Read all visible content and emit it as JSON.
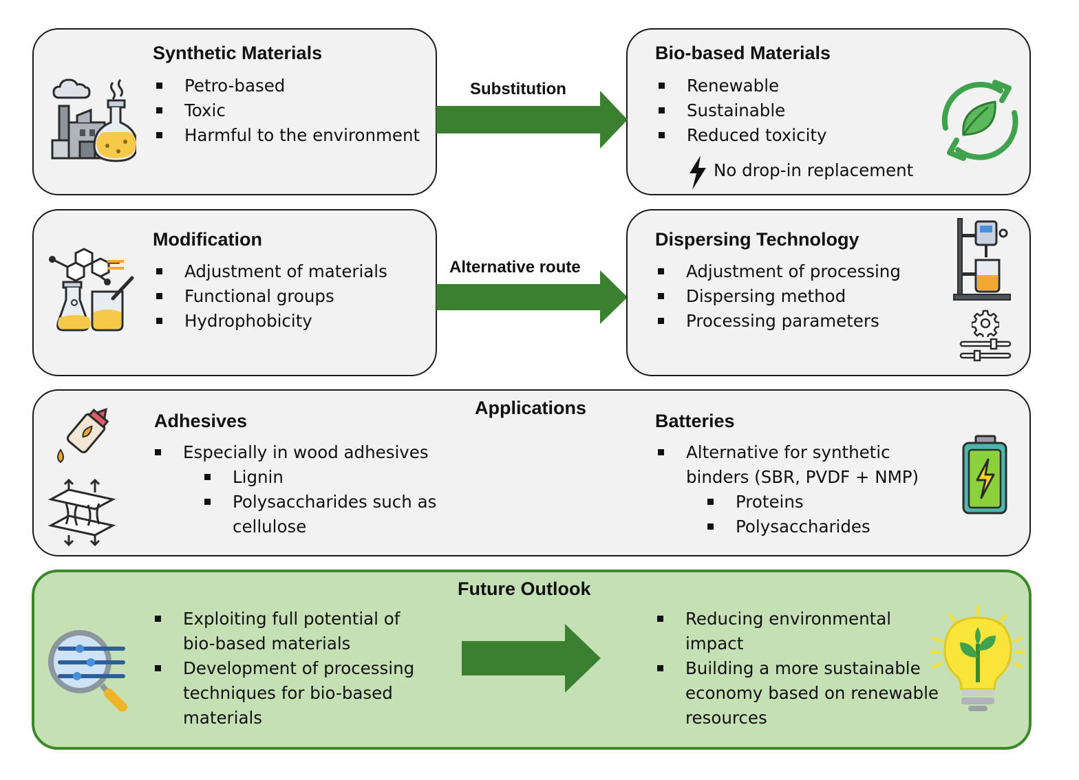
{
  "synthetic": {
    "title": "Synthetic Materials",
    "items": [
      "Petro-based",
      "Toxic",
      "Harmful to the environment"
    ]
  },
  "biobased": {
    "title": "Bio-based Materials",
    "items": [
      "Renewable",
      "Sustainable",
      "Reduced toxicity"
    ],
    "note": "No drop-in replacement"
  },
  "substitution_label": "Substitution",
  "modification": {
    "title": "Modification",
    "items": [
      "Adjustment of materials",
      "Functional groups",
      "Hydrophobicity"
    ]
  },
  "alternative_label": "Alternative route",
  "dispersing": {
    "title": "Dispersing Technology",
    "items": [
      "Adjustment of processing",
      "Dispersing method",
      "Processing parameters"
    ]
  },
  "applications": {
    "title": "Applications",
    "adhesives": {
      "title": "Adhesives",
      "item": "Especially in wood adhesives",
      "sub": [
        "Lignin",
        "Polysaccharides such as",
        "cellulose"
      ]
    },
    "batteries": {
      "title": "Batteries",
      "item_lines": [
        "Alternative for synthetic",
        "binders (SBR, PVDF + NMP)"
      ],
      "sub": [
        "Proteins",
        "Polysaccharides"
      ]
    }
  },
  "outlook": {
    "title": "Future Outlook",
    "left": [
      [
        "Exploiting full potential of",
        "bio-based materials"
      ],
      [
        "Development of processing",
        "techniques for bio-based",
        "materials"
      ]
    ],
    "right": [
      [
        "Reducing environmental",
        "impact"
      ],
      [
        "Building a more sustainable",
        "economy based on renewable",
        "resources"
      ]
    ]
  },
  "colors": {
    "arrow_green": "#3a8030",
    "box_gray": "#f2f2f2",
    "outlook_bg": "#c5e0b4",
    "outlook_border": "#3a8a2a"
  },
  "icons": {
    "synthetic": "factory-flask-icon",
    "biobased": "leaf-recycle-icon",
    "note": "lightning-bolt-icon",
    "modification": "molecule-beakers-icon",
    "dispersing_top": "lab-stand-icon",
    "dispersing_gear": "gear-icon",
    "dispersing_sliders": "sliders-icon",
    "adhesive_top": "glue-bottle-icon",
    "adhesive_bottom": "bonding-layers-icon",
    "battery": "battery-charging-icon",
    "outlook_left": "magnifier-sliders-icon",
    "outlook_right": "lightbulb-plant-icon"
  }
}
